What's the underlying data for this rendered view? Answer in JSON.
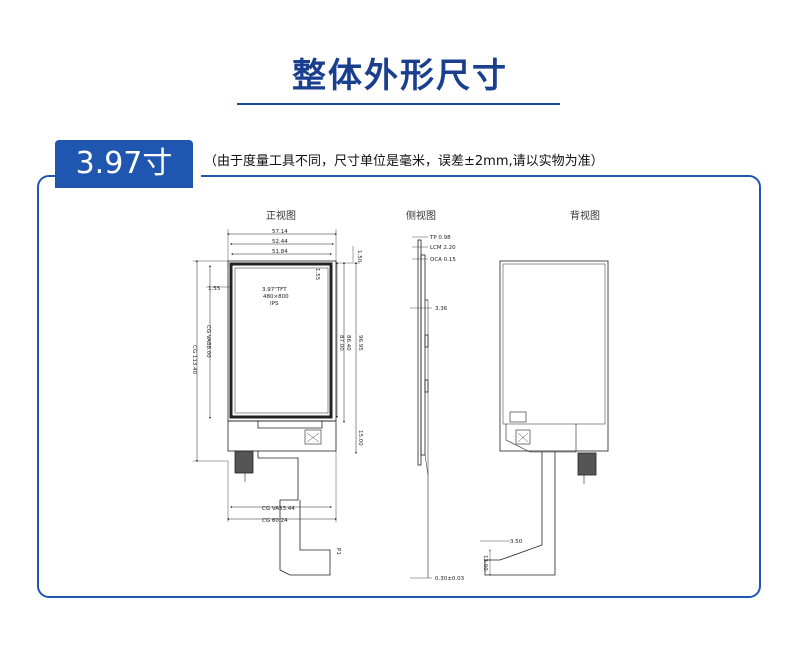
{
  "heading": "整体外形尺寸",
  "size_badge": "3.97寸",
  "note": "（由于度量工具不同，尺寸单位是毫米，误差±2mm,请以实物为准）",
  "views": {
    "front": "正视图",
    "side": "侧视图",
    "back": "背视图"
  },
  "front_dims": {
    "w1": "57.14",
    "w2": "52.44",
    "w3": "51.84",
    "top_right": "1.50",
    "inset": "1.55",
    "marker": "1.55",
    "panel_line1": "3.97\"TFT",
    "panel_line2": "480×800",
    "panel_line3": "IPS",
    "vh_left": "CG VA88.00",
    "outer_left": "CG 113.40",
    "h1": "87.00",
    "h2": "86.40",
    "h3": "96.95",
    "bottom_right": "15.00",
    "va_width": "CG VA53.44",
    "cg_width": "CG 60.24",
    "tail_mark": "P1"
  },
  "side_dims": {
    "tp": "TP 0.98",
    "lcm": "LCM 2.20",
    "oca": "OCA 0.15",
    "mid": "3.36",
    "fpc": "0.30±0.03"
  },
  "back_dims": {
    "fpc_w": "3.50",
    "fpc_h": "12.00"
  }
}
